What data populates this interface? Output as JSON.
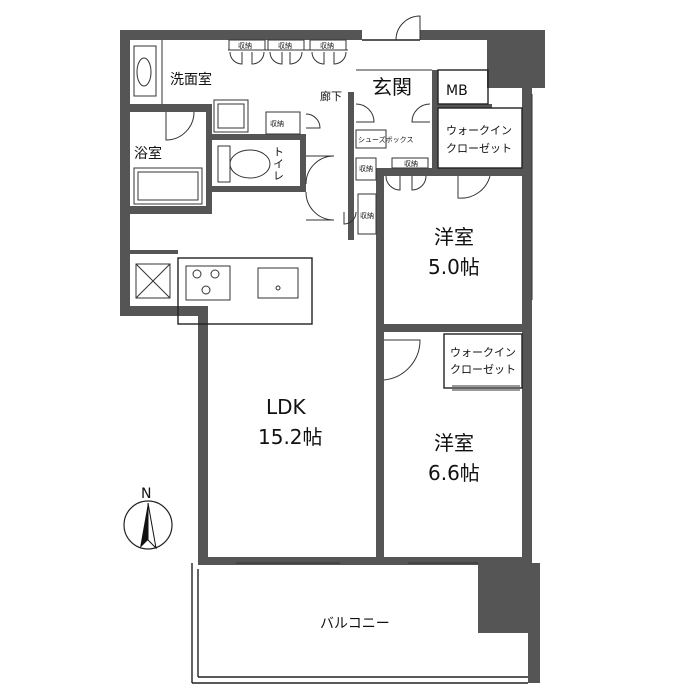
{
  "rooms": {
    "washroom": "洗面室",
    "bathroom": "浴室",
    "toilet": "トイレ",
    "hallway": "廊下",
    "entrance": "玄関",
    "mb": "MB",
    "shoe_box": "シューズボックス",
    "wic1": "ウォークイン\nクローゼット",
    "wic1_line1": "ウォークイン",
    "wic1_line2": "クローゼット",
    "wic2_line1": "ウォークイン",
    "wic2_line2": "クローゼット",
    "western1_name": "洋室",
    "western1_size": "5.0帖",
    "western2_name": "洋室",
    "western2_size": "6.6帖",
    "ldk_name": "LDK",
    "ldk_size": "15.2帖",
    "balcony": "バルコニー"
  },
  "storage_label": "収納",
  "compass": {
    "label": "N"
  }
}
